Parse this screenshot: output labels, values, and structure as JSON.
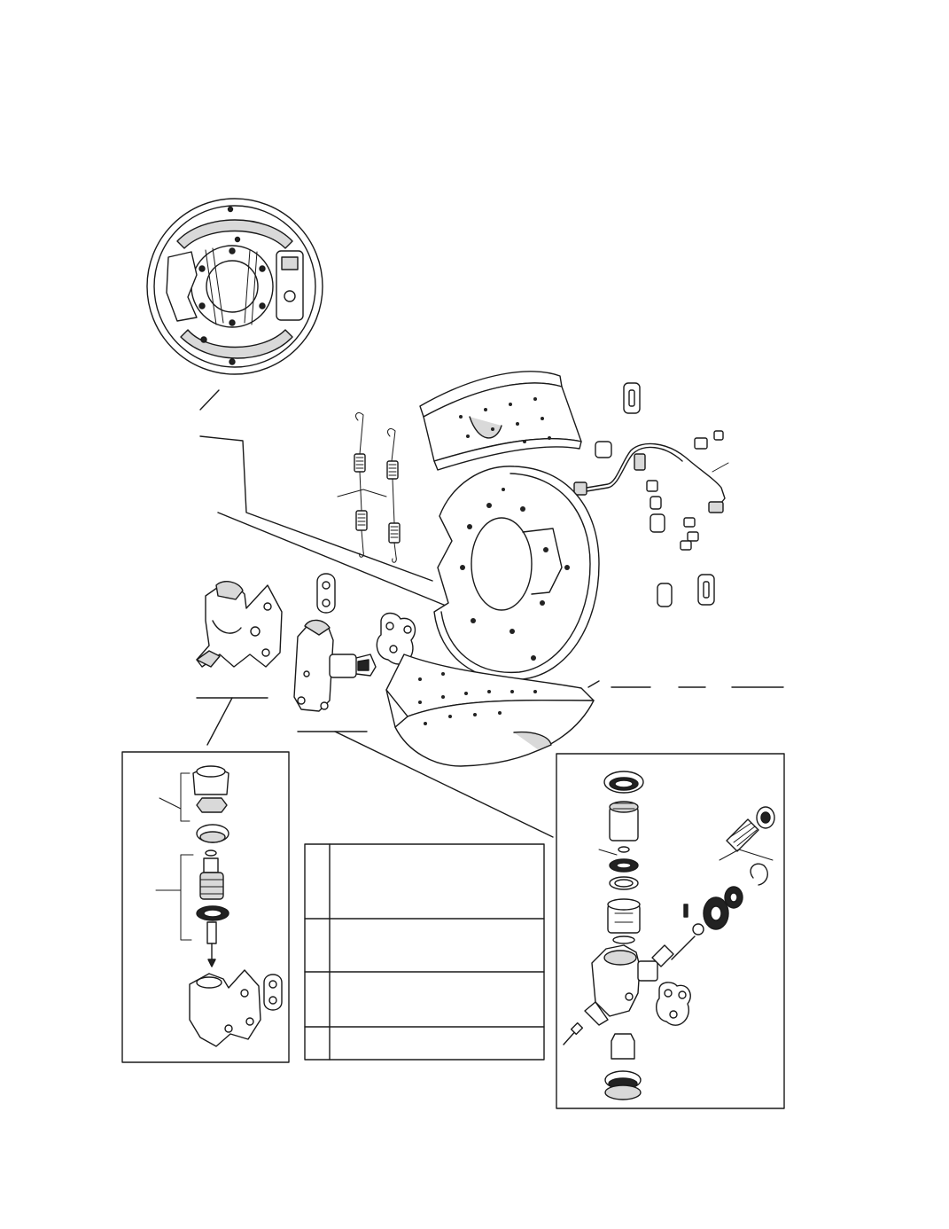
{
  "figure": {
    "description_items": [
      {
        "id": "backplate-assembly"
      },
      {
        "id": "return-springs"
      },
      {
        "id": "brake-shoe-upper"
      },
      {
        "id": "brake-shoe-lower"
      },
      {
        "id": "backplate"
      },
      {
        "id": "adjuster"
      },
      {
        "id": "wheel-cylinder"
      },
      {
        "id": "brake-pipe"
      },
      {
        "id": "adjuster-exploded"
      },
      {
        "id": "wheel-cylinder-exploded"
      }
    ],
    "legend_table": {
      "rows": 4
    },
    "colors": {
      "line": "#1a1a1a",
      "shade": "#d9d9d9",
      "background": "#ffffff"
    }
  }
}
